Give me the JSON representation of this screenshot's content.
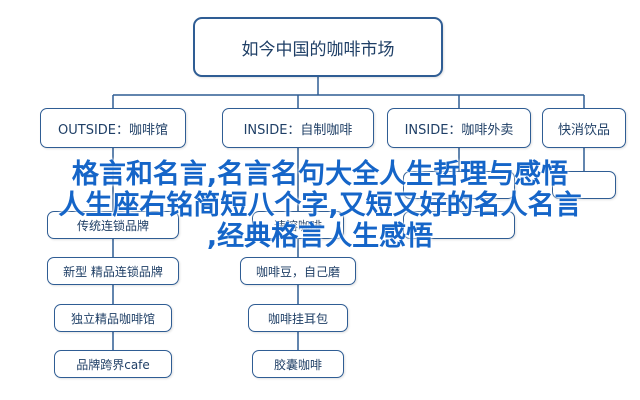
{
  "root": {
    "label": "如今中国的咖啡市场"
  },
  "branches": [
    {
      "label": "OUTSIDE：咖啡馆",
      "children": [
        "传统连锁品牌",
        "新型 精品连锁品牌",
        "独立精品咖啡馆",
        "品牌跨界cafe"
      ]
    },
    {
      "label": "INSIDE：自制咖啡",
      "children": [
        "速溶咖啡",
        "咖啡豆，自己磨",
        "咖啡挂耳包",
        "胶囊咖啡"
      ]
    },
    {
      "label": "INSIDE：咖啡外卖",
      "children": [
        "",
        ""
      ]
    },
    {
      "label": "快消饮品",
      "children": [
        ""
      ]
    }
  ],
  "overlay": {
    "line1": "格言和名言,名言名句大全人生哲理与感悟",
    "line2": "人生座右铭简短八个字,又短又好的名人名言",
    "line3": ",经典格言人生感悟"
  }
}
